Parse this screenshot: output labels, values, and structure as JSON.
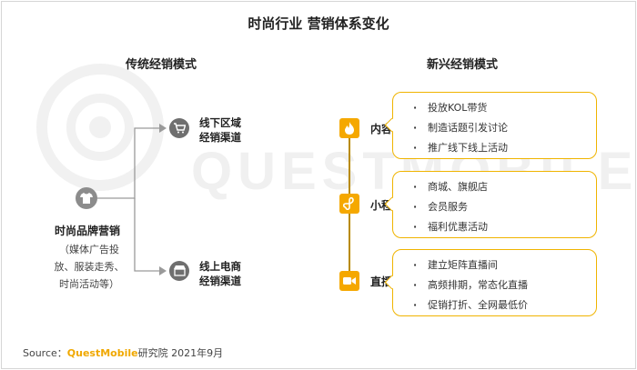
{
  "title": "时尚行业 营销体系变化",
  "watermark": "QUESTMOBILE",
  "left": {
    "heading": "传统经销模式",
    "brand": {
      "icon": "tshirt-icon",
      "title": "时尚品牌营销",
      "note": [
        "（媒体广告投",
        "放、服装走秀、",
        "时尚活动等）"
      ]
    },
    "channels": [
      {
        "icon": "cart-icon",
        "line1": "线下区域",
        "line2": "经销渠道"
      },
      {
        "icon": "shop-icon",
        "line1": "线上电商",
        "line2": "经销渠道"
      }
    ]
  },
  "right": {
    "heading": "新兴经销模式",
    "categories": [
      {
        "icon": "flame-icon",
        "label": "内容营销",
        "items": [
          "投放KOL带货",
          "制造话题引发讨论",
          "推广线下线上活动"
        ]
      },
      {
        "icon": "miniprogram-icon",
        "label": "小程序",
        "items": [
          "商城、旗舰店",
          "会员服务",
          "福利优惠活动"
        ]
      },
      {
        "icon": "video-icon",
        "label": "直播电商",
        "items": [
          "建立矩阵直播间",
          "高频排期，常态化直播",
          "促销打折、全网最低价"
        ]
      }
    ]
  },
  "source": {
    "prefix": "Source：",
    "brand": "QuestMobile",
    "suffix": "研究院 2021年9月"
  },
  "colors": {
    "accent": "#f5a800",
    "gray_icon": "#6f6f6f",
    "connector": "#9a9a9a"
  }
}
